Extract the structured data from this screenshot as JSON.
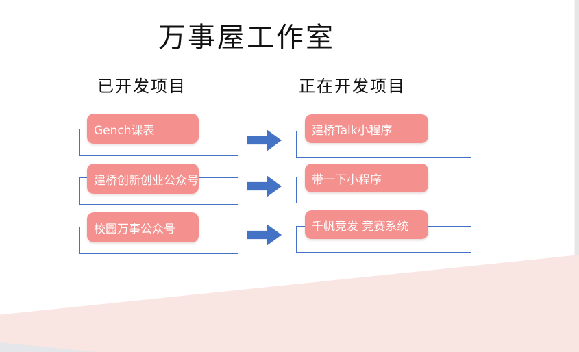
{
  "slide": {
    "title": "万事屋工作室",
    "columns": [
      {
        "header": "已开发项目",
        "items": [
          {
            "label": "Gench课表"
          },
          {
            "label": "建桥创新创业公众号"
          },
          {
            "label": "校园万事公众号"
          }
        ]
      },
      {
        "header": "正在开发项目",
        "items": [
          {
            "label": "建桥Talk小程序"
          },
          {
            "label": "带一下小程序"
          },
          {
            "label": "千帆竞发 竞赛系统"
          }
        ]
      }
    ],
    "arrows": {
      "count": 3,
      "direction": "right"
    },
    "colors": {
      "item_fill_pink": "#F4918F",
      "outline_blue": "#4472C4",
      "arrow_blue": "#4472C4",
      "decor_light_pink": "#F9E6E2",
      "decor_gray": "#E4E6E9",
      "edge_strip_gray": "#E6E6E6",
      "text_dark": "#111111",
      "text_on_pink": "#FFFFFF"
    }
  }
}
